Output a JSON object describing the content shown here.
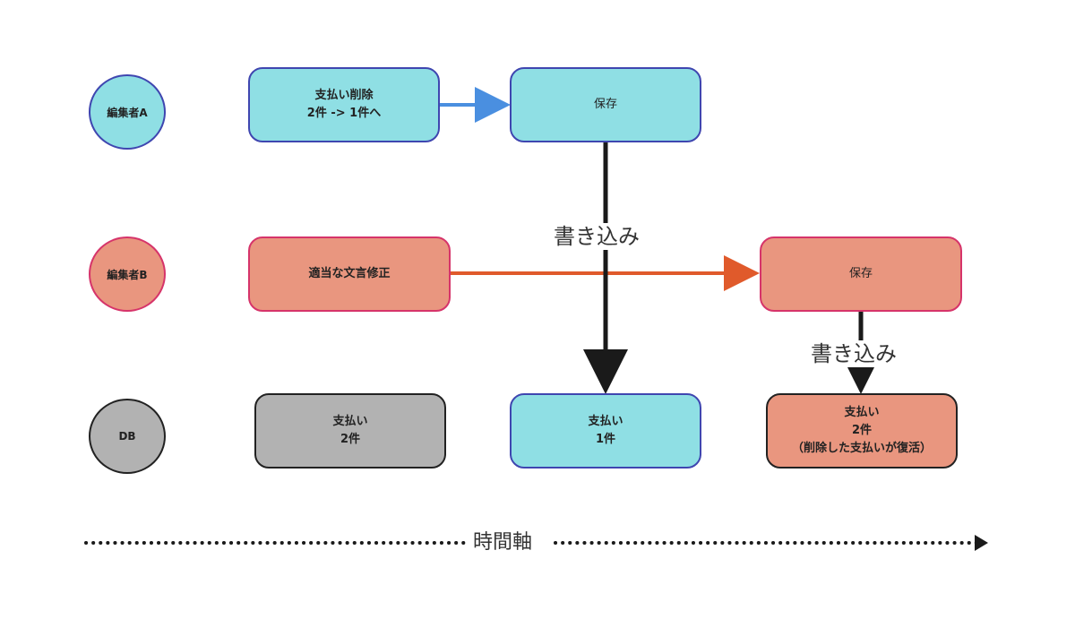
{
  "actors": {
    "editor_a": "編集者A",
    "editor_b": "編集者B",
    "db": "DB"
  },
  "editor_a_row": {
    "action_lines": [
      "支払い削除",
      "2件 -> 1件へ"
    ],
    "save": "保存"
  },
  "editor_b_row": {
    "action": "適当な文言修正",
    "save": "保存"
  },
  "db_row": {
    "state_1_lines": [
      "支払い",
      "2件"
    ],
    "state_2_lines": [
      "支払い",
      "1件"
    ],
    "state_3_lines": [
      "支払い",
      "2件",
      "（削除した支払いが復活）"
    ]
  },
  "arrows": {
    "write_label_1": "書き込み",
    "write_label_2": "書き込み"
  },
  "timeline": {
    "label": "時間軸"
  },
  "colors": {
    "cyan": "#8fdfe4",
    "salmon": "#e9967f",
    "gray": "#b2b2b2",
    "blue_arrow": "#4a8fe0",
    "red_arrow": "#e05a2b",
    "black_arrow": "#1a1a1a"
  }
}
